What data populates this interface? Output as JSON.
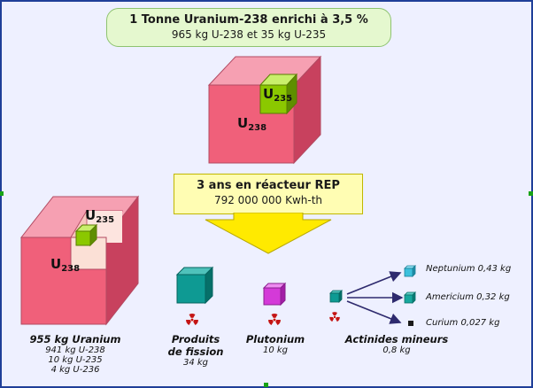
{
  "header": {
    "title": "1 Tonne Uranium-238 enrichi à 3,5 %",
    "subtitle": "965 kg U-238 et 35 kg U-235"
  },
  "top_cube": {
    "symbol_main": "U",
    "symbol_main_sub": "238",
    "symbol_inner": "U",
    "symbol_inner_sub": "235"
  },
  "reactor": {
    "title": "3 ans en réacteur REP",
    "energy": "792 000 000 Kwh-th"
  },
  "spent_cube": {
    "symbol_main": "U",
    "symbol_main_sub": "238",
    "symbol_inner": "U",
    "symbol_inner_sub": "235"
  },
  "uranium": {
    "title": "955 kg Uranium",
    "lines": [
      "941 kg U-238",
      "10 kg U-235",
      "4 kg U-236"
    ]
  },
  "fission": {
    "title_line1": "Produits",
    "title_line2": "de fission",
    "mass": "34 kg"
  },
  "plutonium": {
    "title": "Plutonium",
    "mass": "10 kg"
  },
  "actinides": {
    "title": "Actinides mineurs",
    "mass": "0,8 kg",
    "items": [
      "Neptunium 0,43 kg",
      "Americium 0,32 kg",
      "Curium 0,027 kg"
    ]
  },
  "colors": {
    "pink": "#f0607a",
    "green": "#8bc800",
    "teal": "#0e9a93",
    "magenta": "#d43ad8",
    "arrow_yellow": "#ffea00",
    "border_blue": "#1f3f99"
  }
}
